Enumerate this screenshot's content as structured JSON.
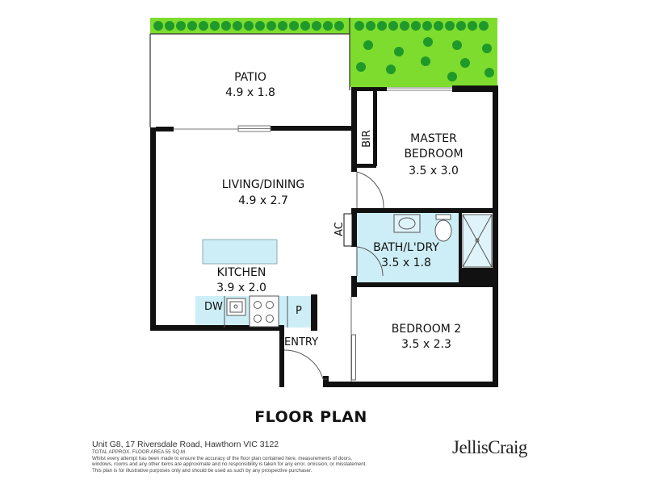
{
  "plan_title": "FLOOR PLAN",
  "rooms": {
    "patio": {
      "name": "PATIO",
      "size": "4.9 x 1.8"
    },
    "master": {
      "name_line1": "MASTER",
      "name_line2": "BEDROOM",
      "size": "3.5 x 3.0"
    },
    "living": {
      "name": "LIVING/DINING",
      "size": "4.9 x 2.7"
    },
    "bath": {
      "name": "BATH/L'DRY",
      "size": "3.5 x 1.8"
    },
    "kitchen": {
      "name": "KITCHEN",
      "size": "3.9 x 2.0"
    },
    "bedroom2": {
      "name": "BEDROOM 2",
      "size": "3.5 x 2.3"
    }
  },
  "fixtures": {
    "bir": "BIR",
    "ac": "AC",
    "dw": "DW",
    "pantry": "P",
    "entry": "ENTRY"
  },
  "footer": {
    "address": "Unit G8, 17 Riversdale Road, Hawthorn VIC 3122",
    "area": "TOTAL APPROX. FLOOR AREA 55 SQ.M",
    "disclaimer1": "Whilst every attempt has been made to ensure the accuracy of the floor plan contained here, measurements of doors,",
    "disclaimer2": "windows, rooms and any other items are approximate and no responsibility is taken for any error, omission, or misstatement.",
    "disclaimer3": "This plan is for illustrative purposes only and should be used as such by any prospective purchaser."
  },
  "brand": "JellisCraig",
  "colors": {
    "wall": "#111111",
    "wet_area": "#cdeef6",
    "garden": "#7ddc2e",
    "shrub": "#1f9a2a"
  }
}
